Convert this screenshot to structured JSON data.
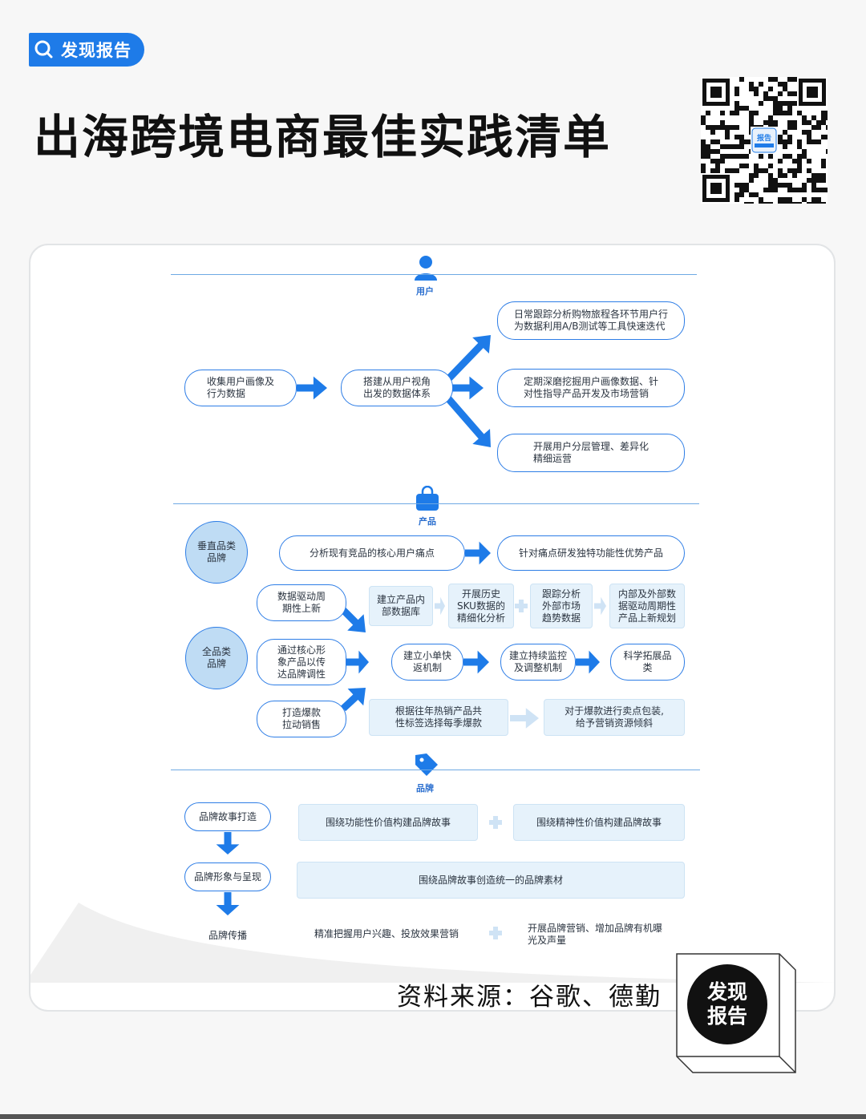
{
  "brand": {
    "badge_text": "发现报告",
    "stamp_line1": "发现",
    "stamp_line2": "报告",
    "qr_label": "报告"
  },
  "title": "出海跨境电商最佳实践清单",
  "source": "资料来源：谷歌、德勤",
  "colors": {
    "accent": "#1e7be8",
    "node_border": "#2d7de6",
    "light_fill": "#e6f2fb",
    "circle_fill": "#bfdcf4"
  },
  "sections": {
    "user": {
      "label": "用户",
      "icon": "user-icon",
      "n_collect": "收集用户画像及\n行为数据",
      "n_build": "搭建从用户视角\n出发的数据体系",
      "n_track": "日常跟踪分析购物旅程各环节用户行\n为数据利用A/B测试等工具快速迭代",
      "n_mine": "定期深磨挖掘用户画像数据、针\n对性指导产品开发及市场营销",
      "n_tier": "开展用户分层管理、差异化\n精细运营"
    },
    "product": {
      "label": "产品",
      "icon": "bag-icon",
      "c_vertical": "垂直品类\n品牌",
      "c_full": "全品类\n品牌",
      "n_analyze": "分析现有竞品的核心用户痛点",
      "n_develop": "针对痛点研发独特功能性优势产品",
      "n_data_driven": "数据驱动周\n期性上新",
      "n_core_image": "通过核心形\n象产品以传\n达品牌调性",
      "n_hit": "打造爆款\n拉动销售",
      "b_db": "建立产品内\n部数据库",
      "b_sku": "开展历史\nSKU数据的\n精细化分析",
      "b_track": "跟踪分析\n外部市场\n趋势数据",
      "b_plan": "内部及外部数\n据驱动周期性\n产品上新规划",
      "n_small": "建立小单快\n返机制",
      "n_monitor": "建立持续监控\n及调整机制",
      "n_expand": "科学拓展品\n类",
      "b_select": "根据往年热销产品共\n性标签选择每季爆款",
      "b_promote": "对于爆款进行卖点包装,\n给予营销资源倾斜"
    },
    "brand": {
      "label": "品牌",
      "icon": "tag-icon",
      "n_story": "品牌故事打造",
      "n_image": "品牌形象与呈现",
      "n_spread": "品牌传播",
      "b_func": "围绕功能性价值构建品牌故事",
      "b_spirit": "围绕精神性价值构建品牌故事",
      "b_material": "围绕品牌故事创造统一的品牌素材",
      "t_precise": "精准把握用户兴趣、投放效果营销",
      "t_marketing": "开展品牌营销、增加品牌有机曝\n光及声量"
    }
  }
}
